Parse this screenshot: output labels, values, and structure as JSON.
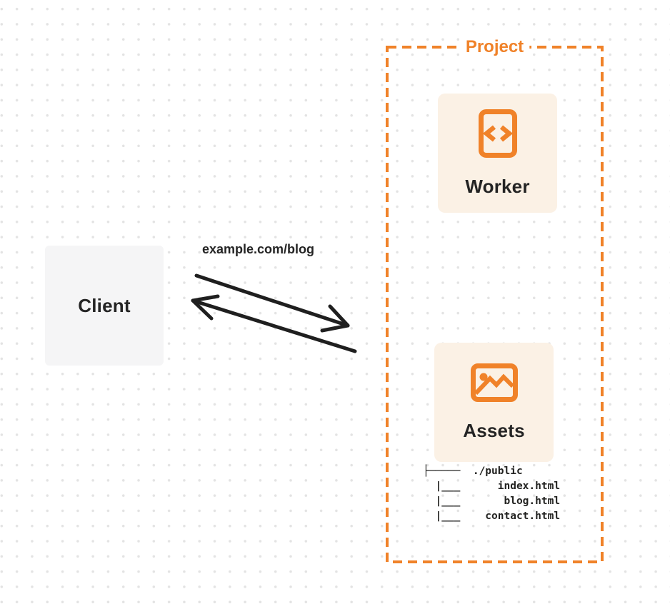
{
  "colors": {
    "accent_orange": "#F08229",
    "card_bg": "#FBF1E5",
    "client_bg": "#F5F5F6",
    "text_dark": "#242424",
    "arrow": "#1F1F1F",
    "dot_grid": "#E3E3E3"
  },
  "client": {
    "label": "Client"
  },
  "request": {
    "label": "example.com/blog"
  },
  "project": {
    "label": "Project",
    "worker": {
      "label": "Worker",
      "icon": "code-file-icon"
    },
    "assets": {
      "label": "Assets",
      "icon": "image-icon",
      "file_tree": {
        "root": "./public",
        "files": [
          "index.html",
          "blog.html",
          "contact.html"
        ],
        "ascii": "├─────  ./public\n  |___      index.html\n  |___       blog.html\n  |___    contact.html"
      }
    }
  }
}
